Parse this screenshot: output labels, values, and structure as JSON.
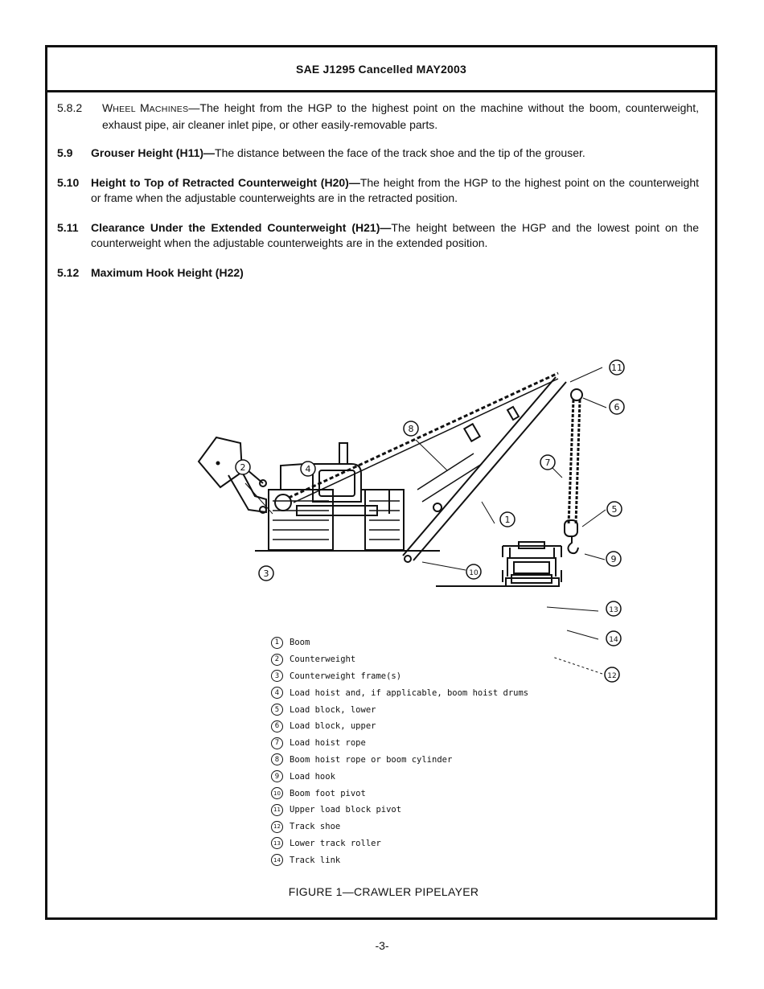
{
  "header": {
    "title": "SAE J1295 Cancelled MAY2003"
  },
  "sections": [
    {
      "num": "5.8.2",
      "term_cap1": "W",
      "term_small1": "HEEL ",
      "term_cap2": "M",
      "term_small2": "ACHINES",
      "text": "—The height from the HGP to the highest point on the machine without the boom, counterweight, exhaust pipe, air cleaner inlet pipe, or other easily-removable parts."
    },
    {
      "num": "5.9",
      "title": "Grouser Height (H11)—",
      "text": "The distance between the face of the track shoe and the tip of the grouser."
    },
    {
      "num": "5.10",
      "title": "Height to Top of Retracted Counterweight (H20)—",
      "text": "The height from the HGP to the highest point on the counterweight or frame when the adjustable counterweights are in the retracted position."
    },
    {
      "num": "5.11",
      "title": "Clearance Under the Extended Counterweight (H21)—",
      "text": "The height between the HGP and the lowest point on the counterweight when the adjustable counterweights are in the extended position."
    },
    {
      "num": "5.12",
      "title": "Maximum Hook Height (H22)",
      "text": ""
    }
  ],
  "figure": {
    "callouts": [
      "1",
      "2",
      "3",
      "4",
      "5",
      "6",
      "7",
      "8",
      "9",
      "10",
      "11",
      "12",
      "13",
      "14"
    ],
    "legend": [
      {
        "num": "1",
        "label": "Boom"
      },
      {
        "num": "2",
        "label": "Counterweight"
      },
      {
        "num": "3",
        "label": "Counterweight frame(s)"
      },
      {
        "num": "4",
        "label": "Load hoist and, if applicable, boom hoist drums"
      },
      {
        "num": "5",
        "label": "Load block, lower"
      },
      {
        "num": "6",
        "label": "Load block, upper"
      },
      {
        "num": "7",
        "label": "Load hoist rope"
      },
      {
        "num": "8",
        "label": "Boom hoist rope or boom cylinder"
      },
      {
        "num": "9",
        "label": "Load hook"
      },
      {
        "num": "10",
        "label": "Boom foot pivot"
      },
      {
        "num": "11",
        "label": "Upper load block pivot"
      },
      {
        "num": "12",
        "label": "Track shoe"
      },
      {
        "num": "13",
        "label": "Lower track roller"
      },
      {
        "num": "14",
        "label": "Track link"
      }
    ],
    "caption": "FIGURE 1—CRAWLER PIPELAYER"
  },
  "footer": {
    "page": "-3-"
  }
}
